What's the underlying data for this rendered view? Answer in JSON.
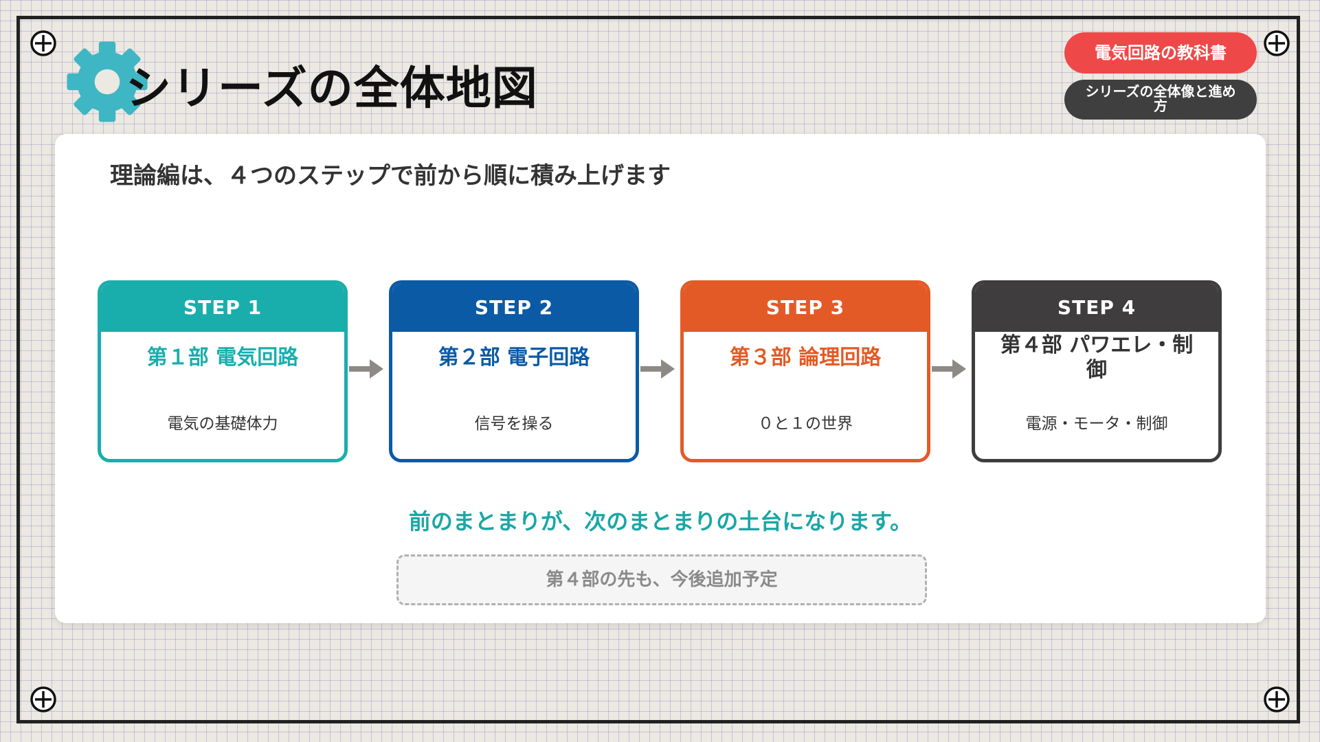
{
  "header": {
    "title": "シリーズの全体地図",
    "series_badge": "電気回路の教科書",
    "section_badge": "シリーズの全体像と進め方",
    "icon": "gear-icon"
  },
  "main": {
    "lead": "理論編は、４つのステップで前から順に積み上げます",
    "steps": [
      {
        "label": "STEP 1",
        "title": "第１部 電気回路",
        "desc": "電気の基礎体力",
        "color": "#19aeac"
      },
      {
        "label": "STEP 2",
        "title": "第２部 電子回路",
        "desc": "信号を操る",
        "color": "#0b5aa6"
      },
      {
        "label": "STEP 3",
        "title": "第３部 論理回路",
        "desc": "０と１の世界",
        "color": "#e45a26"
      },
      {
        "label": "STEP 4",
        "title": "第４部 パワエレ・制御",
        "desc": "電源・モータ・制御",
        "color": "#3f3d3d"
      }
    ],
    "summary": "前のまとまりが、次のまとまりの土台になります。",
    "future_note": "第４部の先も、今後追加予定"
  },
  "colors": {
    "accent_teal": "#19a7a6",
    "badge_red": "#ef4848",
    "badge_dark": "#3f3f3f",
    "gear": "#3fb6c3"
  }
}
